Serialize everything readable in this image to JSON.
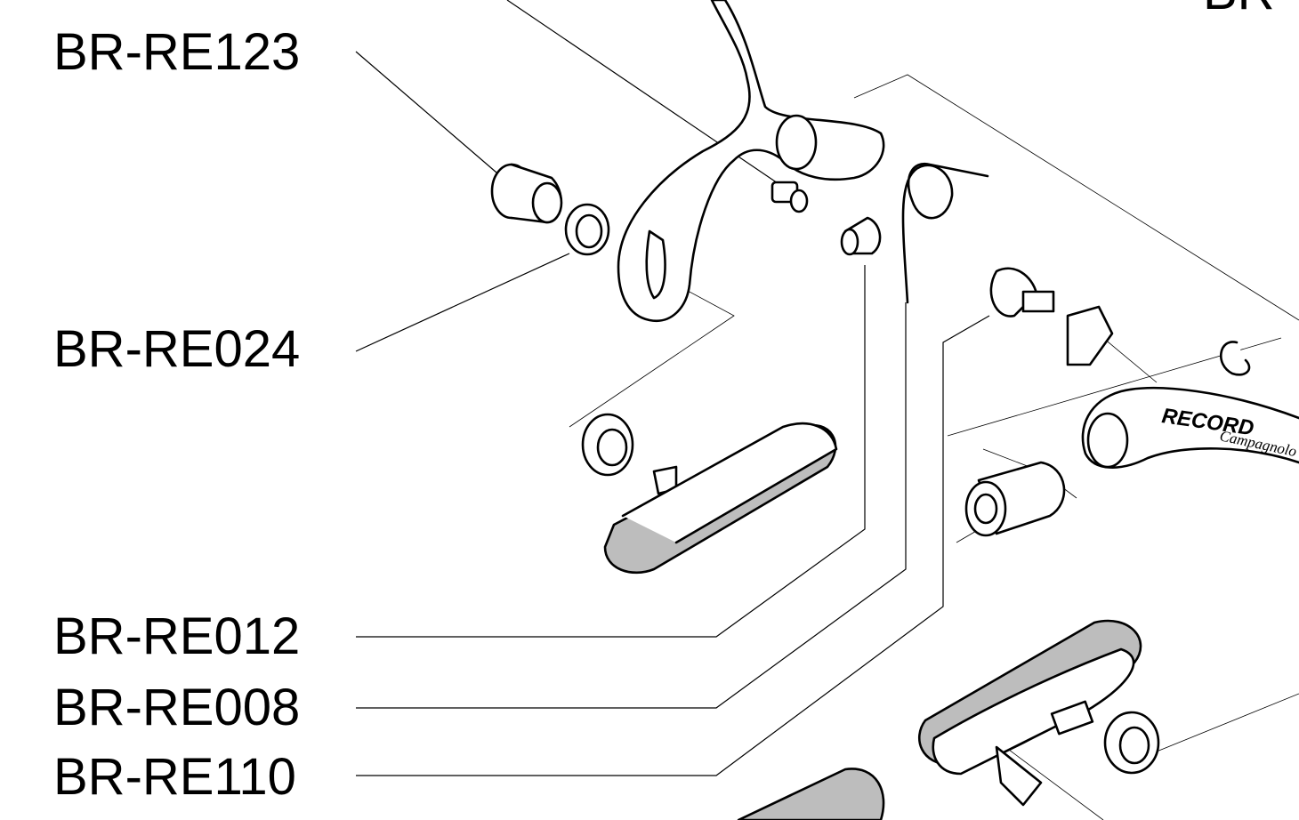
{
  "labels": {
    "top_right_partial": "BR",
    "part_1": "BR-RE123",
    "part_2": "BR-RE024",
    "part_3": "BR-RE012",
    "part_4": "BR-RE008",
    "part_5": "BR-RE110"
  },
  "logo": {
    "brand_model": "RECORD",
    "brand_script": "Campagnolo"
  }
}
